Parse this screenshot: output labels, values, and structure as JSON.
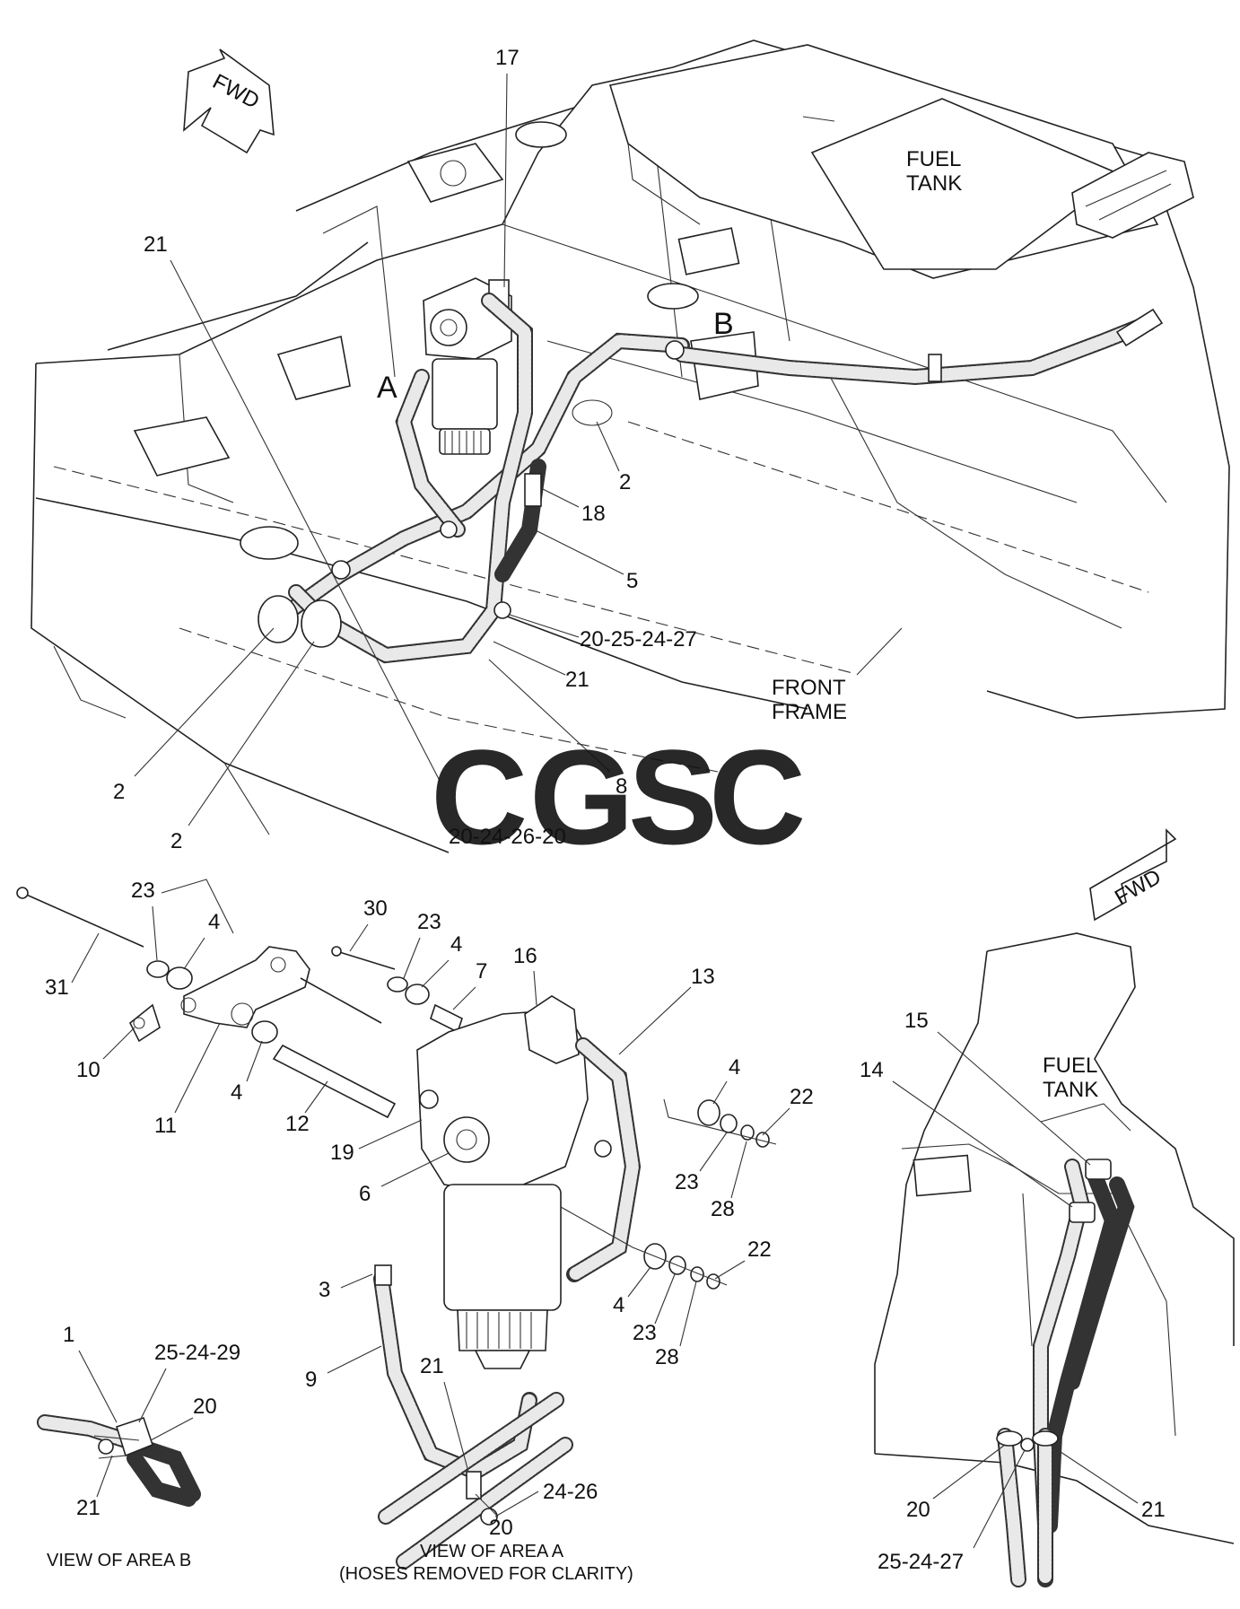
{
  "arrows": {
    "fwd_top": "FWD",
    "fwd_right": "FWD"
  },
  "main_view": {
    "tank_label": [
      "FUEL",
      "TANK"
    ],
    "frame_label": [
      "FRONT",
      "FRAME"
    ],
    "area_a": "A",
    "area_b": "B",
    "callouts": [
      "17",
      "21",
      "2",
      "18",
      "5",
      "20-25-24-27",
      "21",
      "8",
      "2",
      "2",
      "20-24-26-20"
    ]
  },
  "view_a": {
    "callouts": [
      "30",
      "23",
      "4",
      "7",
      "16",
      "13",
      "23",
      "4",
      "31",
      "10",
      "11",
      "4",
      "12",
      "19",
      "6",
      "4",
      "22",
      "23",
      "28",
      "22",
      "4",
      "23",
      "28",
      "3",
      "9",
      "21",
      "24-26",
      "20"
    ],
    "caption": [
      "VIEW OF AREA  A",
      "(HOSES REMOVED FOR CLARITY)"
    ]
  },
  "view_b": {
    "callouts": [
      "1",
      "25-24-29",
      "20",
      "21"
    ],
    "caption": "VIEW OF AREA B"
  },
  "view_right": {
    "tank_label": [
      "FUEL",
      "TANK"
    ],
    "callouts": [
      "15",
      "14",
      "20",
      "21",
      "25-24-27"
    ]
  },
  "watermark": {
    "letters": [
      "C",
      "G",
      "S",
      "C"
    ],
    "colors": [
      "#7da7f0",
      "#f08a8a",
      "#f5dd78",
      "#7cc7a2"
    ]
  }
}
